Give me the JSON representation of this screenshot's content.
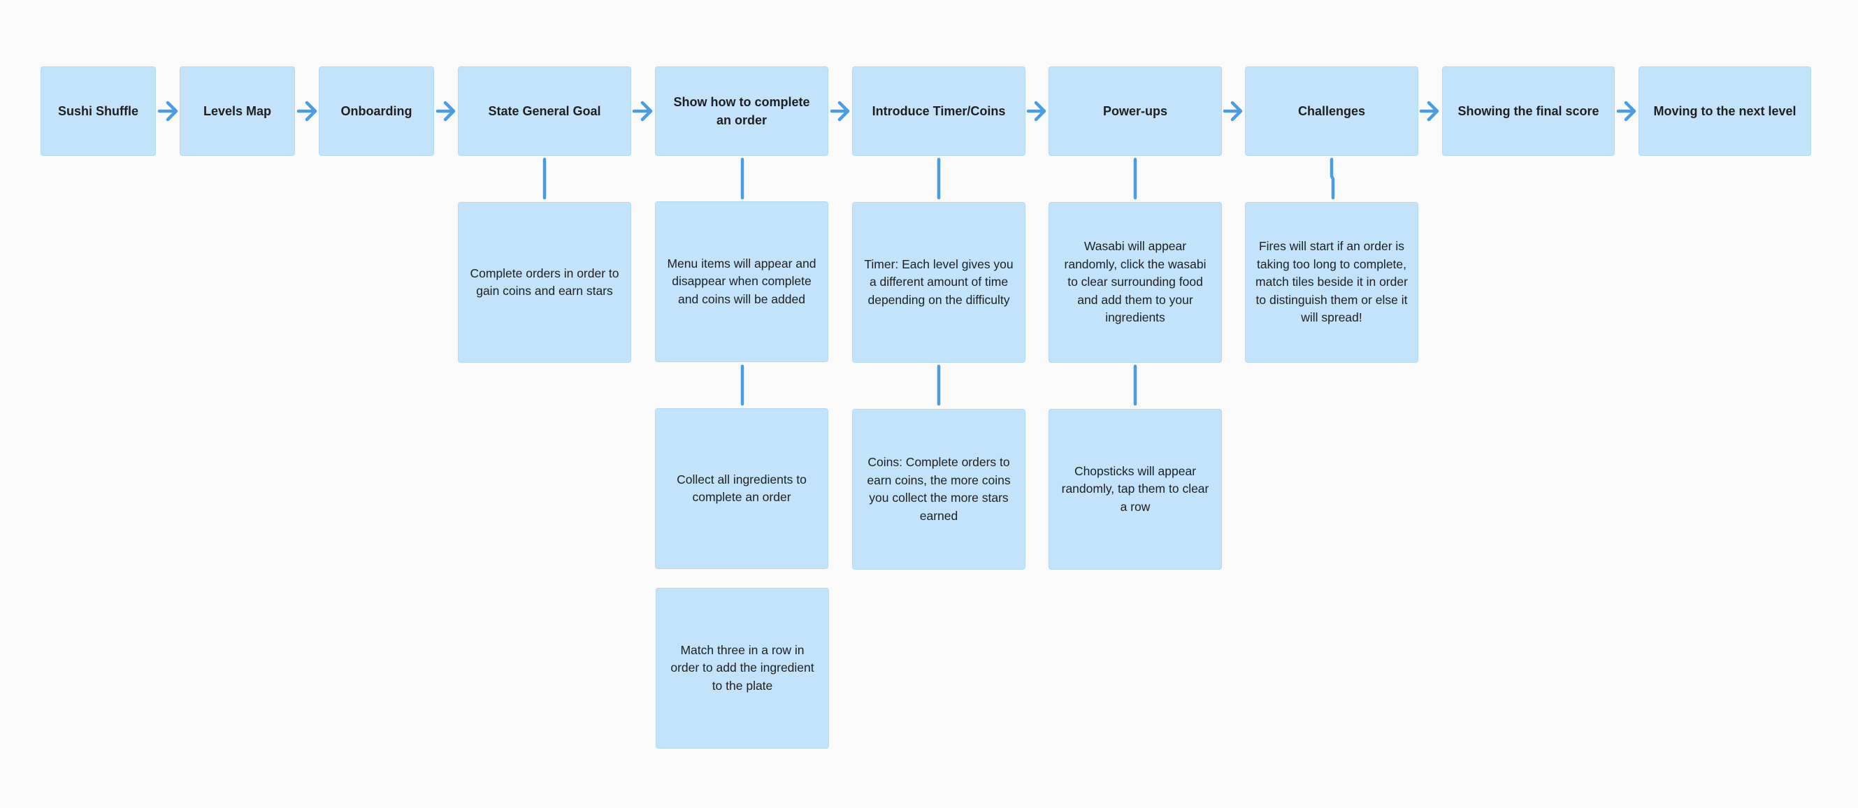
{
  "colors": {
    "background": "#fafafa",
    "node_fill": "#c3e3fb",
    "connector": "#4a9de3",
    "text": "#1f1f1f"
  },
  "flow": [
    {
      "id": "sushi-shuffle",
      "label": "Sushi Shuffle"
    },
    {
      "id": "levels-map",
      "label": "Levels Map"
    },
    {
      "id": "onboarding",
      "label": "Onboarding"
    },
    {
      "id": "state-general-goal",
      "label": "State General Goal"
    },
    {
      "id": "show-how-to-complete",
      "label": "Show how to complete an order"
    },
    {
      "id": "introduce-timer-coins",
      "label": "Introduce Timer/Coins"
    },
    {
      "id": "power-ups",
      "label": "Power-ups"
    },
    {
      "id": "challenges",
      "label": "Challenges"
    },
    {
      "id": "final-score",
      "label": "Showing the final score"
    },
    {
      "id": "next-level",
      "label": "Moving to the next level"
    }
  ],
  "details": {
    "state_general_goal": [
      "Complete orders in order to gain coins and earn stars"
    ],
    "show_how_to_complete": [
      "Menu items will appear and disappear when complete and coins will be added",
      "Collect all ingredients to complete an order",
      "Match three in a row in order to add the ingredient to the plate"
    ],
    "introduce_timer_coins": [
      "Timer: Each level gives you a different amount of time depending on the difficulty",
      "Coins: Complete orders to earn coins, the more coins you collect the more stars earned"
    ],
    "power_ups": [
      "Wasabi will appear randomly, click the wasabi to clear surrounding food and add them to your ingredients",
      "Chopsticks will appear randomly, tap them to clear a row"
    ],
    "challenges": [
      "Fires will start if an order is taking too long to complete, match tiles beside it in order to distinguish them or else it will spread!"
    ]
  }
}
